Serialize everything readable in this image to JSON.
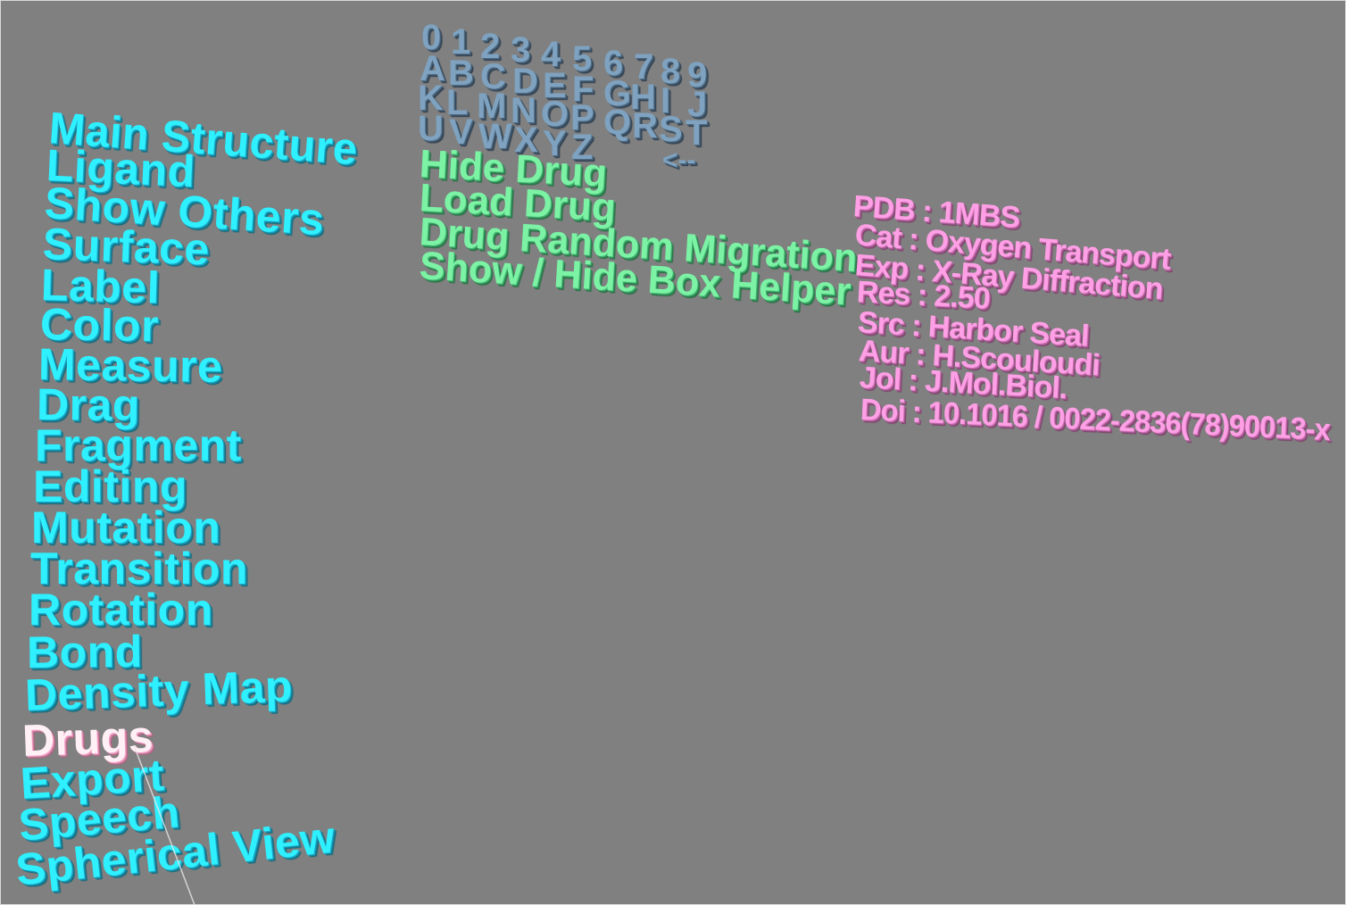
{
  "main_menu": {
    "items": [
      "Main Structure",
      "Ligand",
      "Show Others",
      "Surface",
      "Label",
      "Color",
      "Measure",
      "Drag",
      "Fragment",
      "Editing",
      "Mutation",
      "Transition",
      "Rotation",
      "Bond",
      "Density Map",
      "Drugs",
      "Export",
      "Speech",
      "Spherical View"
    ],
    "selected": "Drugs"
  },
  "keyboard": {
    "row1": [
      "0",
      "1",
      "2",
      "3",
      "4",
      "5",
      "6",
      "7",
      "8",
      "9"
    ],
    "row2": [
      "A",
      "B",
      "C",
      "D",
      "E",
      "F",
      "G",
      "H",
      "I",
      "J"
    ],
    "row3": [
      "K",
      "L",
      "M",
      "N",
      "O",
      "P",
      "Q",
      "R",
      "S",
      "T"
    ],
    "row4": [
      "U",
      "V",
      "W",
      "X",
      "Y",
      "Z"
    ],
    "backspace": "<--"
  },
  "drug_menu": {
    "items": [
      "Hide Drug",
      "Load Drug",
      "Drug Random Migration",
      "Show / Hide Box Helper"
    ]
  },
  "info_panel": {
    "pdb": "PDB : 1MBS",
    "cat": "Cat : Oxygen Transport",
    "exp": "Exp : X-Ray Diffraction",
    "res": "Res : 2.50",
    "src": "Src : Harbor Seal",
    "aur": "Aur : H.Scouloudi",
    "jol": "Jol : J.Mol.Biol.",
    "doi": "Doi : 10.1016 / 0022-2836(78)90013-x"
  },
  "colors": {
    "background": "#808080",
    "menu_text": "#2ef0ff",
    "selected_text": "#fff0f6",
    "drug_text": "#7cf2a4",
    "key_text": "#7ea2bf",
    "info_text": "#ff9fe6"
  }
}
